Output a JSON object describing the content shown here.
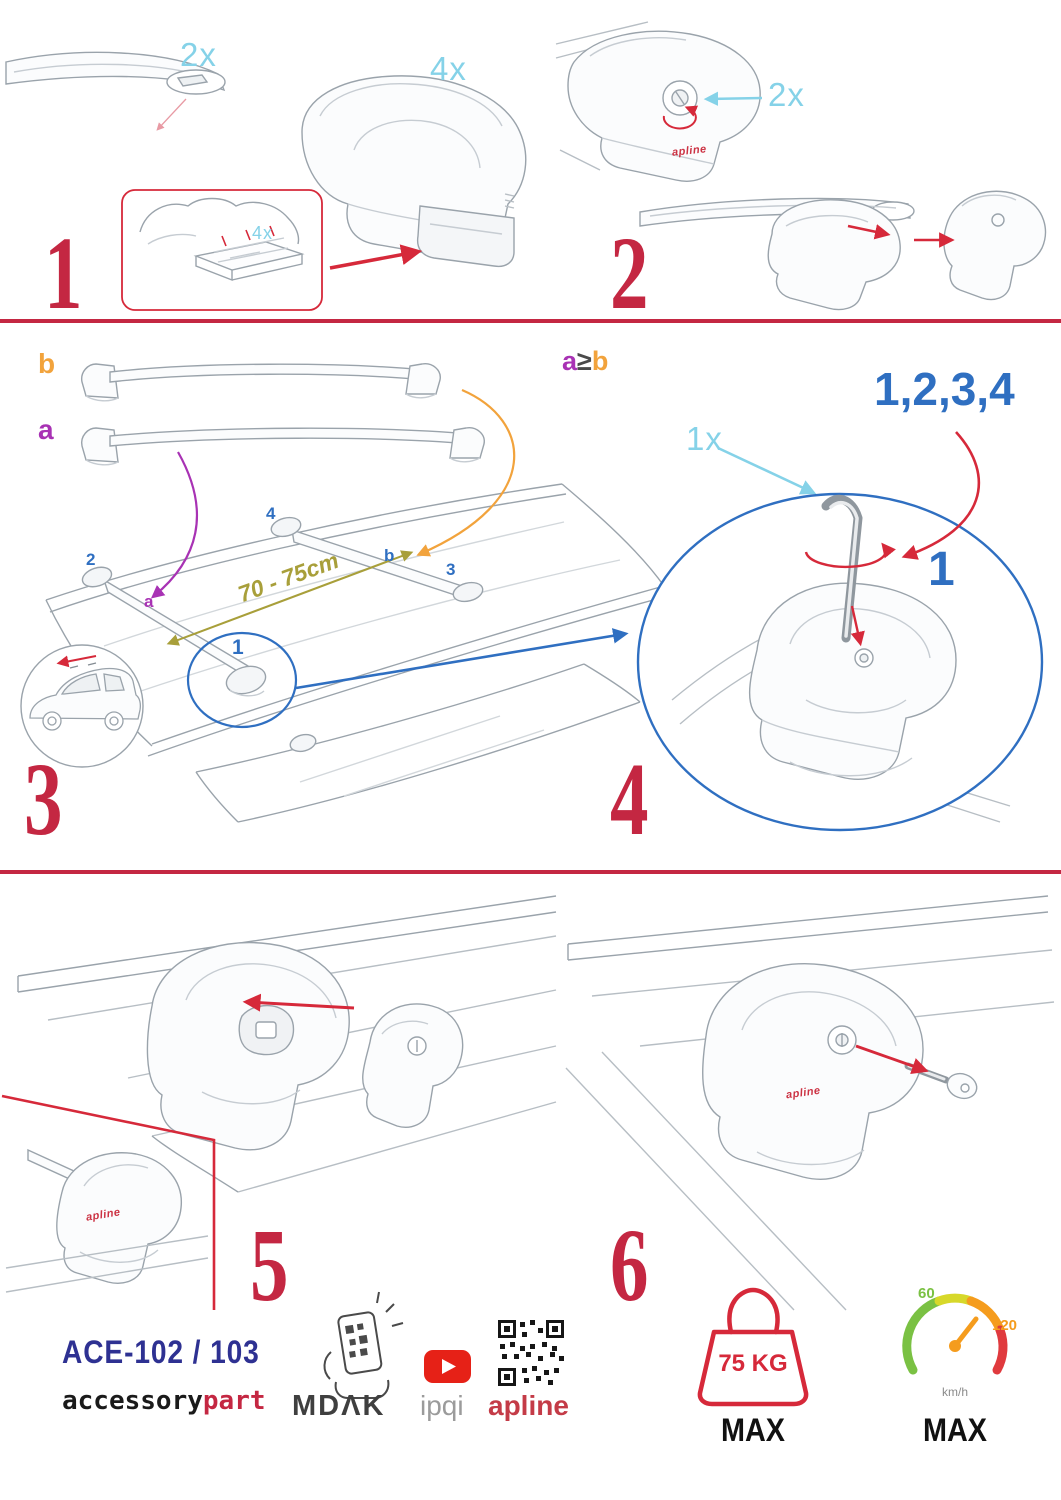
{
  "s1": {
    "num": "1",
    "bar_qty": "2x",
    "foot_qty": "4x",
    "pad_qty": "4x"
  },
  "s2": {
    "num": "2",
    "lock_qty": "2x",
    "logo": "apline"
  },
  "s3": {
    "num": "3",
    "bar_b": "b",
    "bar_a": "a",
    "rule_a": "a",
    "rule_op": "≥",
    "rule_b": "b",
    "measure": "70 - 75cm",
    "p1": "1",
    "p2": "2",
    "p3": "3",
    "p4": "4",
    "roof_a": "a",
    "roof_b": "b"
  },
  "s4": {
    "num": "4",
    "key_qty": "1x",
    "seq": "1,2,3,4",
    "first": "1"
  },
  "s5": {
    "num": "5",
    "logo": "apline"
  },
  "s6": {
    "num": "6",
    "logo": "apline"
  },
  "footer": {
    "model": "ACE-102 / 103",
    "brand_accessory": "accessory",
    "brand_part": "part",
    "mdak": "MDΛK",
    "ipqi": "ipqi",
    "apline": "apline",
    "weight": "75 KG",
    "weight_max": "MAX",
    "speed_low": "60",
    "speed_high": "120",
    "speed_unit": "km/h",
    "speed_max": "MAX"
  },
  "colors": {
    "accent_red": "#c42742",
    "cyan": "#85d2e8",
    "orange": "#f2a33c",
    "purple": "#a832b4",
    "blue": "#2f6fc1",
    "olive": "#a89f3a",
    "navy": "#2e3192"
  }
}
